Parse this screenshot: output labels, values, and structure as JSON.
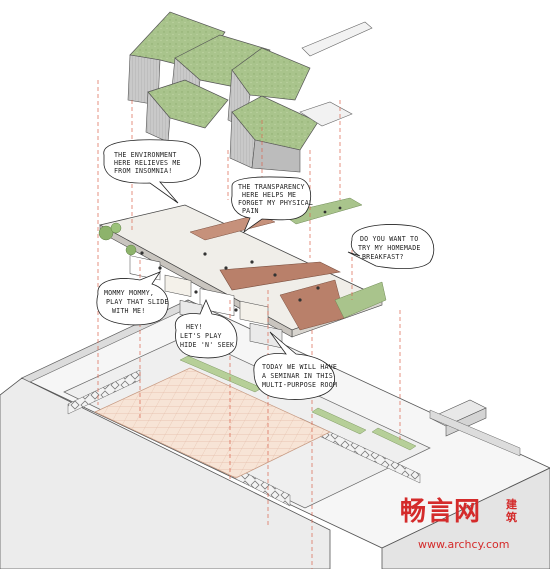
{
  "bubbles": {
    "environment": [
      "THE ENVIRONMENT",
      "HERE RELIEVES ME",
      "FROM INSOMNIA!"
    ],
    "transparency": [
      "THE TRANSPARENCY",
      "HERE HELPS ME",
      "FORGET MY PHYSICAL",
      "PAIN"
    ],
    "breakfast": [
      "DO YOU WANT TO",
      "TRY MY HOMEMADE",
      "BREAKFAST?"
    ],
    "slide": [
      "MOMMY MOMMY,",
      "PLAY THAT SLIDE",
      "WITH ME!"
    ],
    "hide": [
      "HEY!",
      "LET'S PLAY",
      "HIDE 'N' SEEK"
    ],
    "seminar": [
      "TODAY WE WILL HAVE",
      "A SEMINAR IN THIS",
      "MULTI-PURPOSE ROOM"
    ]
  },
  "watermark": {
    "brand": "畅言网",
    "side": [
      "建",
      "筑"
    ],
    "url": "www.archcy.com"
  },
  "colors": {
    "roof_green": "#a9c48c",
    "wall_grey": "#bdbdbd",
    "floor_brown": "#b9806a",
    "tile": "#f7e4d6",
    "accent_red": "#d42b2b",
    "dashed": "#d9644e"
  }
}
